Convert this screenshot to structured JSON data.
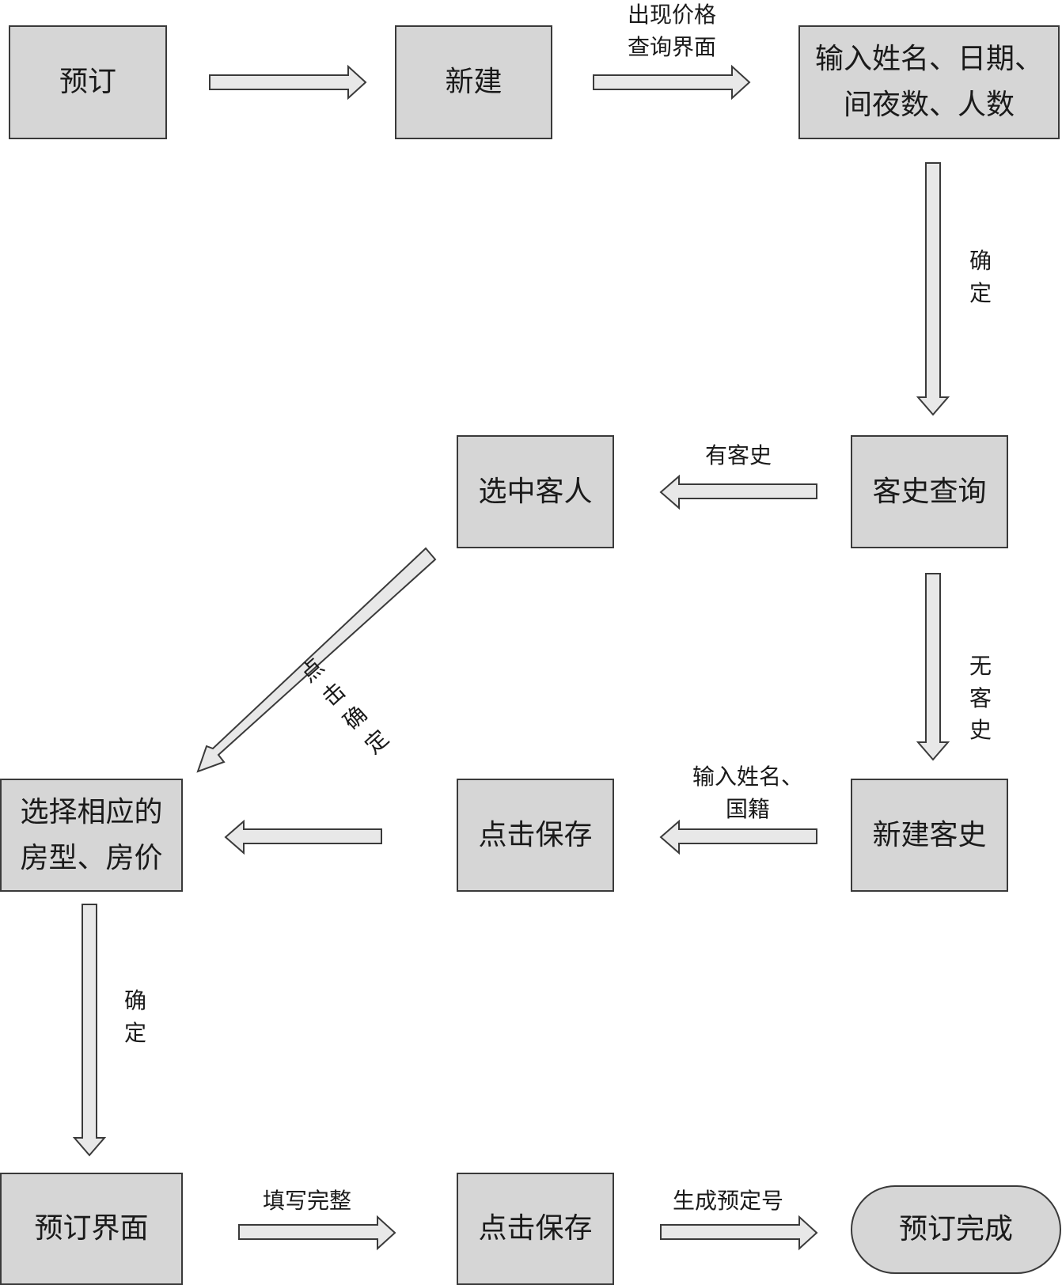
{
  "nodes": {
    "reserve": "预订",
    "new": "新建",
    "input_info_line1": "输入姓名、日期、",
    "input_info_line2": "间夜数、人数",
    "select_guest": "选中客人",
    "guest_history_query": "客史查询",
    "select_room_line1": "选择相应的",
    "select_room_line2": "房型、房价",
    "click_save_1": "点击保存",
    "new_guest_history": "新建客史",
    "reservation_screen": "预订界面",
    "click_save_2": "点击保存",
    "reservation_done": "预订完成"
  },
  "labels": {
    "price_query_line1": "出现价格",
    "price_query_line2": "查询界面",
    "confirm_1": [
      "确",
      "定"
    ],
    "has_history": "有客史",
    "no_history": [
      "无",
      "客",
      "史"
    ],
    "click_confirm": [
      "点",
      "击",
      "确",
      "定"
    ],
    "input_name_line1": "输入姓名、",
    "input_name_line2": "国籍",
    "confirm_2": [
      "确",
      "定"
    ],
    "fill_complete": "填写完整",
    "generate_number": "生成预定号"
  },
  "colors": {
    "box_fill": "#d6d6d6",
    "box_border": "#3a3a3a",
    "arrow_fill": "#e8e8e8",
    "arrow_stroke": "#3a3a3a"
  }
}
